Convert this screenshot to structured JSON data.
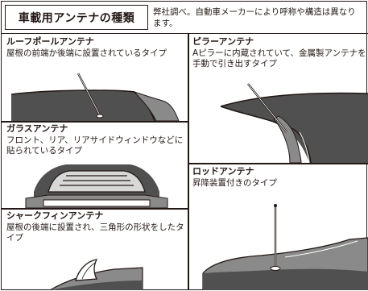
{
  "header": {
    "title": "車載用アンテナの種類",
    "note": "弊社調べ。自動車メーカーにより呼称や構造は異なります。"
  },
  "cells": {
    "roof_pole": {
      "title": "ルーフポールアンテナ",
      "desc": "屋根の前端か後端に設置されているタイプ"
    },
    "pillar": {
      "title": "ピラーアンテナ",
      "desc": "Aピラーに内蔵されていて、金属製アンテナを手動で引き出すタイプ"
    },
    "glass": {
      "title": "ガラスアンテナ",
      "desc": "フロント、リア、リアサイドウィンドウなどに貼られているタイプ"
    },
    "rod": {
      "title": "ロッドアンテナ",
      "desc": "昇降装置付きのタイプ"
    },
    "shark_fin": {
      "title": "シャークフィンアンテナ",
      "desc": "屋根の後端に設置され、三角形の形状をしたタイプ"
    }
  },
  "colors": {
    "line": "#231815",
    "roof_dark": "#505050",
    "roof_mid": "#8a8a8a",
    "glass_light": "#d8d8d8",
    "white": "#ffffff"
  }
}
